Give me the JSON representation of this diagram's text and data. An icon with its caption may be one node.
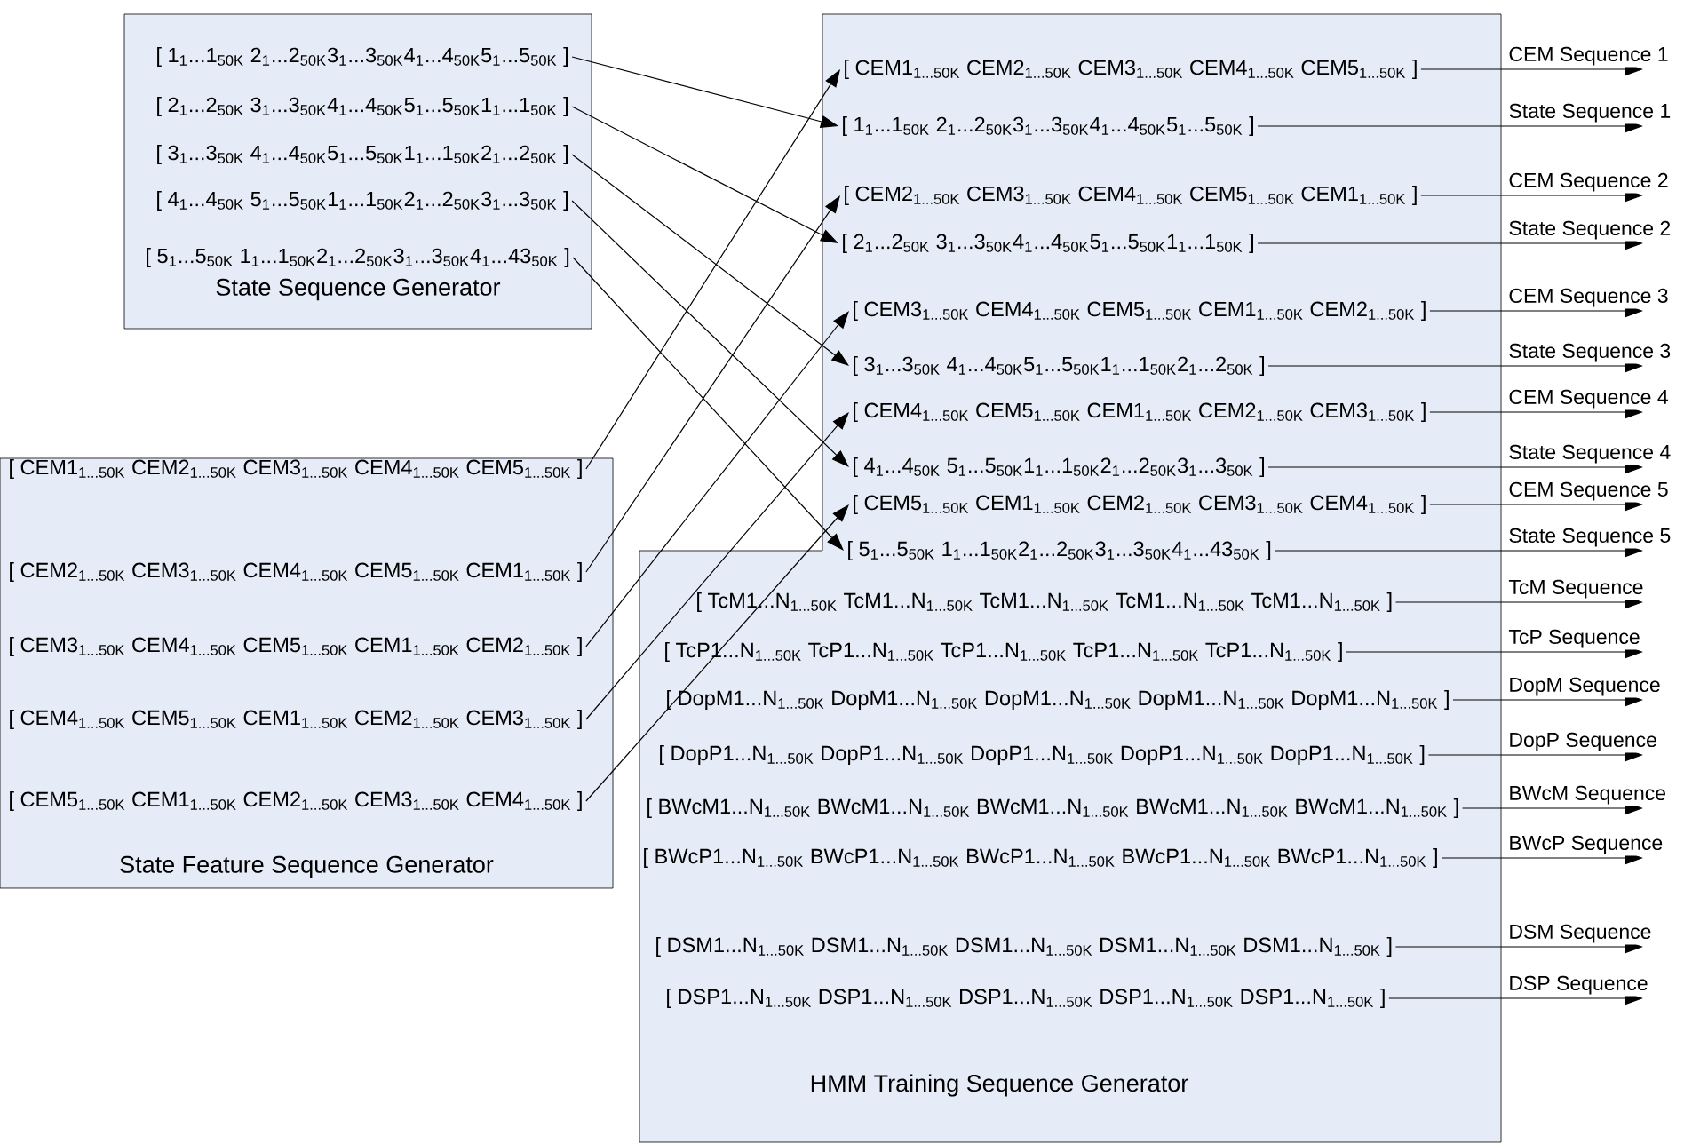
{
  "diagram": {
    "nodes": [
      {
        "text": [
          "State Sequence Generator"
        ]
      },
      {
        "text": [
          "[ 1$_{1}$...1$_{50K}$ 2$_{1}$...2$_{50K}$3$_{1}$...3$_{50K}$4$_{1}$...4$_{50K}$5$_{1}$...5$_{50K}$ ]"
        ],
        "in": 0
      },
      {
        "text": [
          "[ 2$_{1}$...2$_{50K}$ 3$_{1}$...3$_{50K}$4$_{1}$...4$_{50K}$5$_{1}$...5$_{50K}$1$_{1}$...1$_{50K}$ ]"
        ],
        "in": 0
      },
      {
        "text": [
          "[ 3$_{1}$...3$_{50K}$ 4$_{1}$...4$_{50K}$5$_{1}$...5$_{50K}$1$_{1}$...1$_{50K}$2$_{1}$...2$_{50K}$ ]"
        ],
        "in": 0
      },
      {
        "text": [
          "[ 4$_{1}$...4$_{50K}$ 5$_{1}$...5$_{50K}$1$_{1}$...1$_{50K}$2$_{1}$...2$_{50K}$3$_{1}$...3$_{50K}$ ]"
        ],
        "in": 0
      },
      {
        "text": [
          "[ 5$_{1}$...5$_{50K}$ 1$_{1}$...1$_{50K}$2$_{1}$...2$_{50K}$3$_{1}$...3$_{50K}$4$_{1}$...43$_{50K}$ ]"
        ],
        "in": 0
      },
      {
        "text": [
          "State Feature  Sequence Generator"
        ]
      },
      {
        "text": [
          "[ CEM1$_{1...50K}$ CEM2$_{1...50K}$ CEM3$_{1...50K}$ CEM4$_{1...50K}$ CEM5$_{1...50K}$ ]"
        ],
        "in": 6
      },
      {
        "text": [
          "[ CEM2$_{1...50K}$ CEM3$_{1...50K}$ CEM4$_{1...50K}$ CEM5$_{1...50K}$ CEM1$_{1...50K}$ ]"
        ],
        "in": 6
      },
      {
        "text": [
          "[ CEM3$_{1...50K}$ CEM4$_{1...50K}$ CEM5$_{1...50K}$ CEM1$_{1...50K}$ CEM2$_{1...50K}$ ]"
        ],
        "in": 6
      },
      {
        "text": [
          "[ CEM4$_{1...50K}$ CEM5$_{1...50K}$ CEM1$_{1...50K}$ CEM2$_{1...50K}$ CEM3$_{1...50K}$ ]"
        ],
        "in": 6
      },
      {
        "text": [
          "[ CEM5$_{1...50K}$ CEM1$_{1...50K}$ CEM2$_{1...50K}$ CEM3$_{1...50K}$ CEM4$_{1...50K}$ ]"
        ],
        "in": 6
      },
      {
        "text": [
          "HMM Training Sequence Generator"
        ]
      },
      {
        "text": [
          "[ CEM1$_{1...50K}$ CEM2$_{1...50K}$ CEM3$_{1...50K}$ CEM4$_{1...50K}$ CEM5$_{1...50K}$ ]"
        ],
        "in": 12
      },
      {
        "text": [
          "[ 1$_{1}$...1$_{50K}$ 2$_{1}$...2$_{50K}$3$_{1}$...3$_{50K}$4$_{1}$...4$_{50K}$5$_{1}$...5$_{50K}$ ]"
        ],
        "in": 12
      },
      {
        "text": [
          "[ CEM2$_{1...50K}$ CEM3$_{1...50K}$ CEM4$_{1...50K}$ CEM5$_{1...50K}$ CEM1$_{1...50K}$ ]"
        ],
        "in": 12
      },
      {
        "text": [
          "[ 2$_{1}$...2$_{50K}$ 3$_{1}$...3$_{50K}$4$_{1}$...4$_{50K}$5$_{1}$...5$_{50K}$1$_{1}$...1$_{50K}$ ]"
        ],
        "in": 12
      },
      {
        "text": [
          "[ CEM3$_{1...50K}$ CEM4$_{1...50K}$ CEM5$_{1...50K}$ CEM1$_{1...50K}$ CEM2$_{1...50K}$ ]"
        ],
        "in": 12
      },
      {
        "text": [
          "[ 3$_{1}$...3$_{50K}$ 4$_{1}$...4$_{50K}$5$_{1}$...5$_{50K}$1$_{1}$...1$_{50K}$2$_{1}$...2$_{50K}$ ]"
        ],
        "in": 12
      },
      {
        "text": [
          "[ CEM4$_{1...50K}$ CEM5$_{1...50K}$ CEM1$_{1...50K}$ CEM2$_{1...50K}$ CEM3$_{1...50K}$ ]"
        ],
        "in": 12
      },
      {
        "text": [
          "[ 4$_{1}$...4$_{50K}$ 5$_{1}$...5$_{50K}$1$_{1}$...1$_{50K}$2$_{1}$...2$_{50K}$3$_{1}$...3$_{50K}$ ]"
        ],
        "in": 12
      },
      {
        "text": [
          "[ CEM5$_{1...50K}$ CEM1$_{1...50K}$ CEM2$_{1...50K}$ CEM3$_{1...50K}$ CEM4$_{1...50K}$ ]"
        ],
        "in": 12
      },
      {
        "text": [
          "[ 5$_{1}$...5$_{50K}$ 1$_{1}$...1$_{50K}$2$_{1}$...2$_{50K}$3$_{1}$...3$_{50K}$4$_{1}$...43$_{50K}$ ]"
        ],
        "in": 12
      },
      {
        "text": [
          "[ TcM1...N$_{1...50K}$ TcM1...N$_{1...50K}$ TcM1...N$_{1...50K}$ TcM1...N$_{1...50K}$ TcM1...N$_{1...50K}$ ]"
        ],
        "in": 12
      },
      {
        "text": [
          "[ TcP1...N$_{1...50K}$ TcP1...N$_{1...50K}$ TcP1...N$_{1...50K}$ TcP1...N$_{1...50K}$ TcP1...N$_{1...50K}$ ]"
        ],
        "in": 12
      },
      {
        "text": [
          "[ DopM1...N$_{1...50K}$ DopM1...N$_{1...50K}$ DopM1...N$_{1...50K}$ DopM1...N$_{1...50K}$ DopM1...N$_{1...50K}$ ]"
        ],
        "in": 12
      },
      {
        "text": [
          "[ DopP1...N$_{1...50K}$ DopP1...N$_{1...50K}$ DopP1...N$_{1...50K}$ DopP1...N$_{1...50K}$ DopP1...N$_{1...50K}$ ]"
        ],
        "in": 12
      },
      {
        "text": [
          "[ BWcM1...N$_{1...50K}$ BWcM1...N$_{1...50K}$ BWcM1...N$_{1...50K}$ BWcM1...N$_{1...50K}$ BWcM1...N$_{1...50K}$ ]"
        ],
        "in": 12
      },
      {
        "text": [
          "[ BWcP1...N$_{1...50K}$ BWcP1...N$_{1...50K}$ BWcP1...N$_{1...50K}$ BWcP1...N$_{1...50K}$ BWcP1...N$_{1...50K}$ ]"
        ],
        "in": 12
      },
      {
        "text": [
          "[ DSM1...N$_{1...50K}$ DSM1...N$_{1...50K}$ DSM1...N$_{1...50K}$ DSM1...N$_{1...50K}$ DSM1...N$_{1...50K}$ ]"
        ],
        "in": 12
      },
      {
        "text": [
          "[ DSP1...N$_{1...50K}$ DSP1...N$_{1...50K}$ DSP1...N$_{1...50K}$ DSP1...N$_{1...50K}$ DSP1...N$_{1...50K}$ ]"
        ],
        "in": 12
      }
    ],
    "edges": [
      {
        "from": 1,
        "to": 14,
        "arrow": "to"
      },
      {
        "from": 2,
        "to": 16,
        "arrow": "to"
      },
      {
        "from": 3,
        "to": 18,
        "arrow": "to"
      },
      {
        "from": 4,
        "to": 20,
        "arrow": "to"
      },
      {
        "from": 5,
        "to": 22,
        "arrow": "to"
      },
      {
        "from": 7,
        "to": 13,
        "arrow": "to"
      },
      {
        "from": 8,
        "to": 15,
        "arrow": "to"
      },
      {
        "from": 9,
        "to": 17,
        "arrow": "to"
      },
      {
        "from": 10,
        "to": 19,
        "arrow": "to"
      },
      {
        "from": 11,
        "to": 21,
        "arrow": "to"
      },
      {
        "from": 13,
        "to": null,
        "arrow": "to",
        "label": "CEM Sequence 1"
      },
      {
        "from": 14,
        "to": null,
        "arrow": "to",
        "label": "State Sequence 1"
      },
      {
        "from": 15,
        "to": null,
        "arrow": "to",
        "label": "CEM Sequence 2"
      },
      {
        "from": 16,
        "to": null,
        "arrow": "to",
        "label": "State Sequence 2"
      },
      {
        "from": 17,
        "to": null,
        "arrow": "to",
        "label": "CEM Sequence 3"
      },
      {
        "from": 18,
        "to": null,
        "arrow": "to",
        "label": "State Sequence 3"
      },
      {
        "from": 19,
        "to": null,
        "arrow": "to",
        "label": "CEM Sequence 4"
      },
      {
        "from": 20,
        "to": null,
        "arrow": "to",
        "label": "State Sequence 4"
      },
      {
        "from": 21,
        "to": null,
        "arrow": "to",
        "label": "CEM Sequence 5"
      },
      {
        "from": 22,
        "to": null,
        "arrow": "to",
        "label": "State Sequence 5"
      },
      {
        "from": 23,
        "to": null,
        "arrow": "to",
        "label": "TcM Sequence"
      },
      {
        "from": 24,
        "to": null,
        "arrow": "to",
        "label": "TcP Sequence"
      },
      {
        "from": 25,
        "to": null,
        "arrow": "to",
        "label": "DopM Sequence"
      },
      {
        "from": 26,
        "to": null,
        "arrow": "to",
        "label": "DopP Sequence"
      },
      {
        "from": 27,
        "to": null,
        "arrow": "to",
        "label": "BWcM Sequence"
      },
      {
        "from": 28,
        "to": null,
        "arrow": "to",
        "label": "BWcP Sequence"
      },
      {
        "from": 29,
        "to": null,
        "arrow": "to",
        "label": "DSM Sequence"
      },
      {
        "from": 30,
        "to": null,
        "arrow": "to",
        "label": "DSP Sequence"
      }
    ]
  }
}
